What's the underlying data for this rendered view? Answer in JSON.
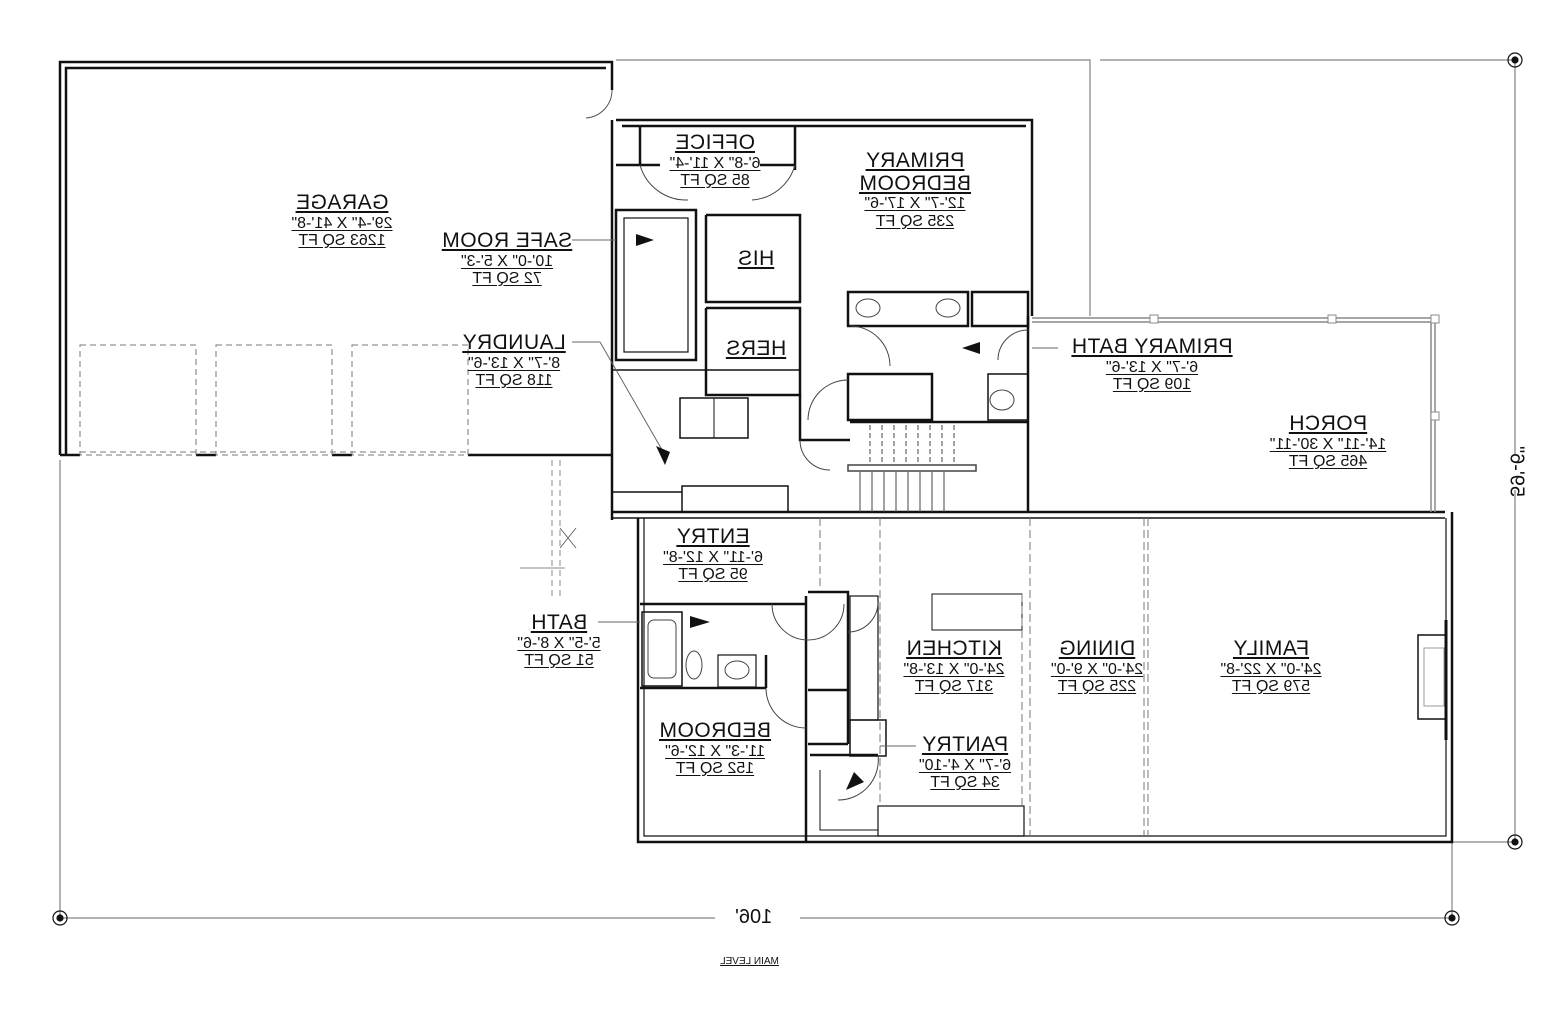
{
  "drawing": {
    "title": "MAIN LEVEL",
    "mirrored": true,
    "line_color": "#111111",
    "dim_line_color": "#9a9a9a",
    "background": "#ffffff"
  },
  "dimensions": {
    "overall_width": "106'",
    "overall_depth": "59'-6\""
  },
  "rooms": [
    {
      "id": "garage",
      "name": "GARAGE",
      "size": "29'-4\" X 41'-8\"",
      "area": "1263 SQ FT"
    },
    {
      "id": "office",
      "name": "OFFICE",
      "size": "6'-8\" X 11'-4\"",
      "area": "85 SQ FT"
    },
    {
      "id": "primary_bedroom",
      "name": "PRIMARY BEDROOM",
      "name_line1": "PRIMARY",
      "name_line2": "BEDROOM",
      "size": "12'-7\" X 17'-6\"",
      "area": "235 SQ FT"
    },
    {
      "id": "safe_room",
      "name": "SAFE ROOM",
      "size": "10'-0\" X 5'-3\"",
      "area": "72 SQ FT"
    },
    {
      "id": "his",
      "name": "HIS"
    },
    {
      "id": "hers",
      "name": "HERS"
    },
    {
      "id": "laundry",
      "name": "LAUNDRY",
      "size": "8'-7\" X 13'-6\"",
      "area": "118 SQ FT"
    },
    {
      "id": "primary_bath",
      "name": "PRIMARY BATH",
      "size": "6'-7\" X 13'-6\"",
      "area": "109 SQ FT"
    },
    {
      "id": "porch",
      "name": "PORCH",
      "size": "14'-11\" X 30'-11\"",
      "area": "465 SQ FT"
    },
    {
      "id": "entry",
      "name": "ENTRY",
      "size": "6'-11\" X 12'-8\"",
      "area": "95 SQ FT"
    },
    {
      "id": "bath",
      "name": "BATH",
      "size": "5'-5\" X 8'-6\"",
      "area": "51 SQ FT"
    },
    {
      "id": "kitchen",
      "name": "KITCHEN",
      "size": "24'-0\" X 13'-8\"",
      "area": "317 SQ FT"
    },
    {
      "id": "dining",
      "name": "DINING",
      "size": "24'-0\" X 9'-0\"",
      "area": "225 SQ FT"
    },
    {
      "id": "family",
      "name": "FAMILY",
      "size": "24'-0\" X 22'-8\"",
      "area": "579 SQ FT"
    },
    {
      "id": "bedroom",
      "name": "BEDROOM",
      "size": "11'-3\" X 12'-6\"",
      "area": "152 SQ FT"
    },
    {
      "id": "pantry",
      "name": "PANTRY",
      "size": "6'-7\" X 4'-10\"",
      "area": "34 SQ FT"
    }
  ]
}
